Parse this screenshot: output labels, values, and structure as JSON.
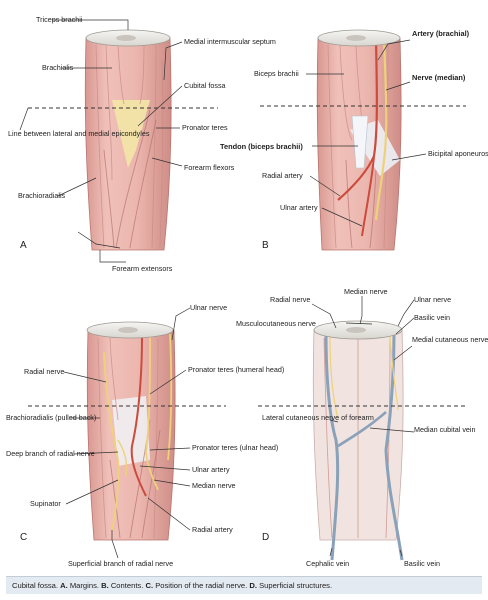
{
  "colors": {
    "muscle": "#eab5ad",
    "muscle_dark": "#d48f88",
    "tendon": "#ecf1f6",
    "fossa": "#f3e7a6",
    "artery": "#cc4b3c",
    "nerve": "#eed27a",
    "vein": "#8aa1ba",
    "caption_bg": "#e4eaf1"
  },
  "panels": {
    "A": {
      "letter": "A",
      "labels": {
        "triceps_brachii": "Triceps brachii",
        "brachialis": "Brachialis",
        "medial_intermuscular_septum": "Medial intermuscular septum",
        "cubital_fossa": "Cubital fossa",
        "line_between_epicondyles": "Line between lateral and medial epicondyles",
        "pronator_teres": "Pronator teres",
        "forearm_flexors": "Forearm flexors",
        "brachioradialis": "Brachioradialis",
        "forearm_extensors": "Forearm extensors"
      }
    },
    "B": {
      "letter": "B",
      "labels": {
        "biceps_brachii": "Biceps brachii",
        "artery_brachial": "Artery (brachial)",
        "nerve_median": "Nerve (median)",
        "tendon_biceps": "Tendon (biceps brachii)",
        "bicipital_aponeurosis": "Bicipital aponeurosis",
        "radial_artery": "Radial artery",
        "ulnar_artery": "Ulnar artery"
      }
    },
    "C": {
      "letter": "C",
      "labels": {
        "ulnar_nerve": "Ulnar nerve",
        "radial_nerve": "Radial nerve",
        "pronator_teres_humeral": "Pronator teres (humeral head)",
        "brachioradialis_pulled": "Brachioradialis (pulled back)",
        "deep_branch_radial": "Deep branch of radial nerve",
        "pronator_teres_ulnar": "Pronator teres (ulnar head)",
        "ulnar_artery": "Ulnar artery",
        "median_nerve": "Median nerve",
        "supinator": "Supinator",
        "radial_artery": "Radial artery",
        "superficial_branch_radial": "Superficial branch of radial nerve"
      }
    },
    "D": {
      "letter": "D",
      "labels": {
        "radial_nerve": "Radial nerve",
        "median_nerve": "Median nerve",
        "ulnar_nerve": "Ulnar nerve",
        "musculocutaneous_nerve": "Musculocutaneous nerve",
        "basilic_vein_top": "Basilic vein",
        "medial_cutaneous": "Medial cutaneous nerve of forearm",
        "lateral_cutaneous": "Lateral cutaneous nerve of forearm",
        "median_cubital_vein": "Median cubital vein",
        "cephalic_vein": "Cephalic vein",
        "basilic_vein_bottom": "Basilic vein"
      }
    }
  },
  "caption": {
    "title": "Cubital fossa.",
    "a_key": "A.",
    "a_text": "Margins.",
    "b_key": "B.",
    "b_text": "Contents.",
    "c_key": "C.",
    "c_text": "Position of the radial nerve.",
    "d_key": "D.",
    "d_text": "Superficial structures."
  }
}
